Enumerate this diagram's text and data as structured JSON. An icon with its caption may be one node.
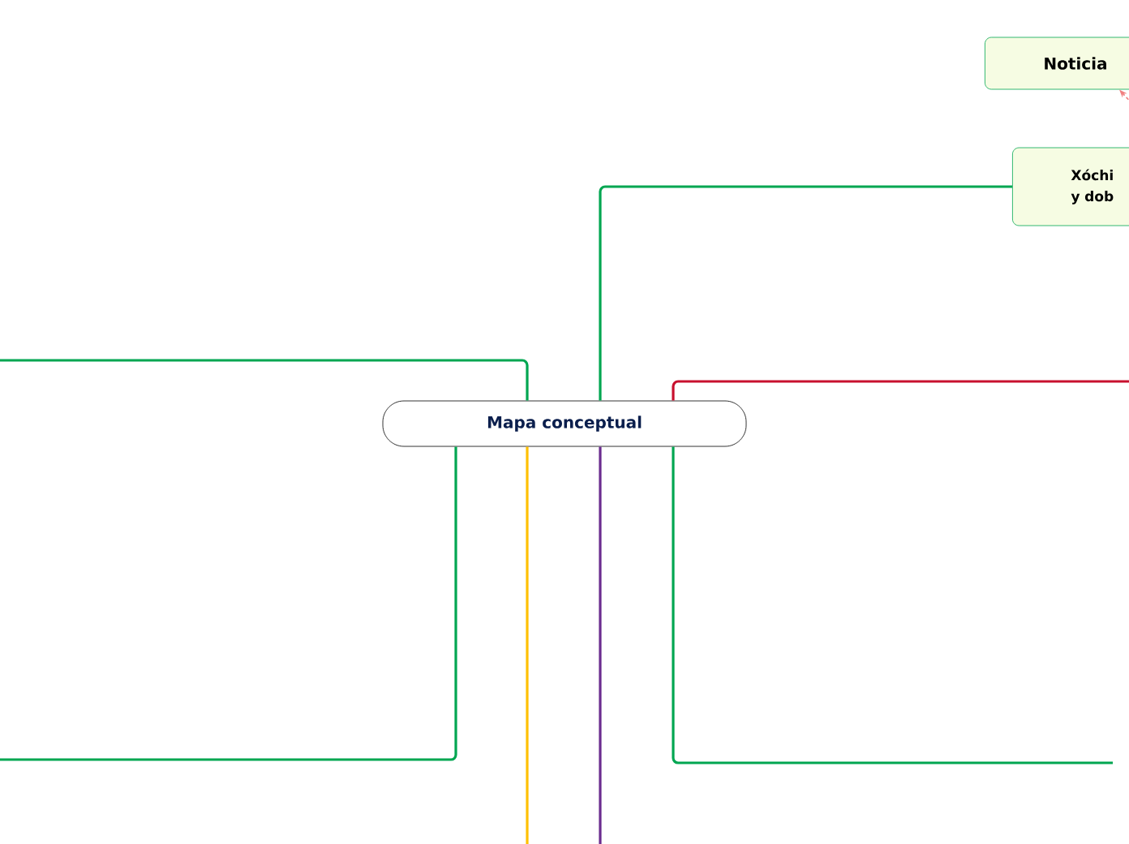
{
  "diagram": {
    "nodes": [
      {
        "text": [
          "Mapa conceptual"
        ]
      },
      {
        "text": [
          "Noticia"
        ]
      },
      {
        "text": [
          "Xóchi y dob"
        ]
      }
    ],
    "edges": [
      {
        "from": 0,
        "to": 2,
        "arrow": "none"
      },
      {
        "from": 0,
        "to": null,
        "arrow": "none"
      },
      {
        "from": 0,
        "to": null,
        "arrow": "none"
      },
      {
        "from": 0,
        "to": null,
        "arrow": "none",
        "color": "#ffc000"
      },
      {
        "from": 0,
        "to": null,
        "arrow": "none",
        "color": "#6b2d8f"
      },
      {
        "from": 0,
        "to": null,
        "arrow": "none",
        "color": "#c8102e"
      },
      {
        "from": 0,
        "to": null,
        "arrow": "none"
      },
      {
        "from": null,
        "to": 1,
        "arrow": "to",
        "style": "dashed",
        "color": "#f08080"
      }
    ]
  }
}
